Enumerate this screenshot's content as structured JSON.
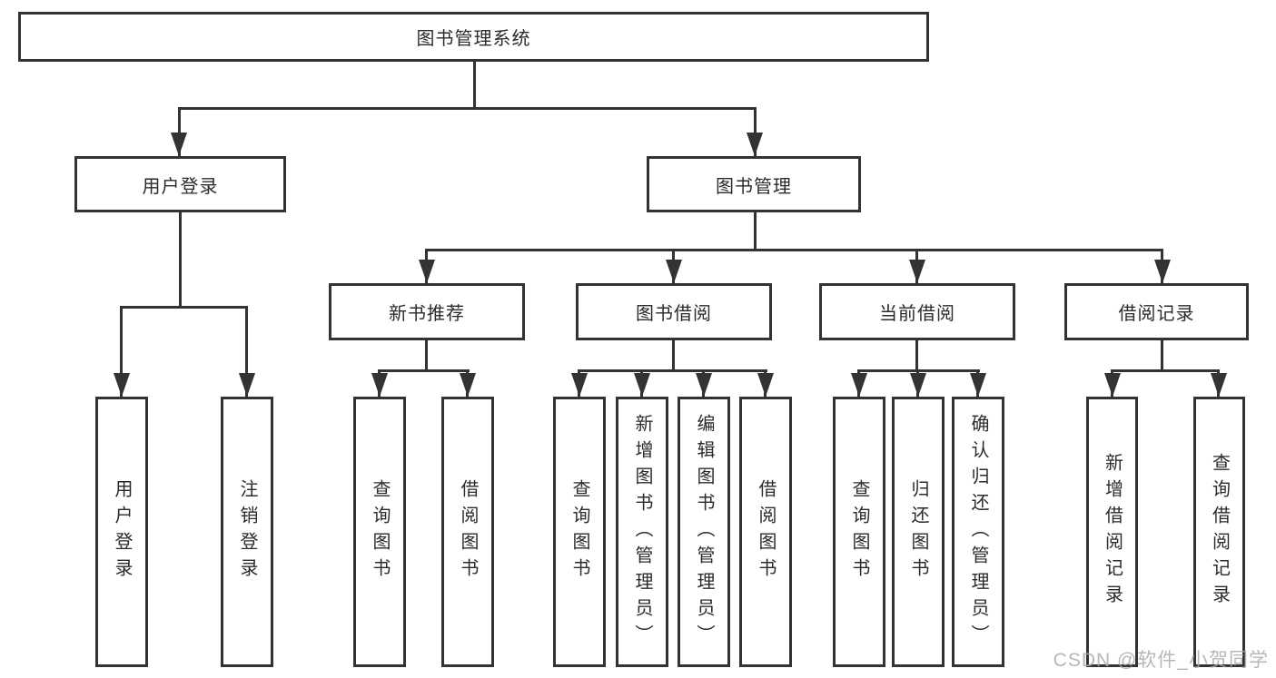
{
  "diagram": {
    "root": {
      "label": "图书管理系统"
    },
    "level2": {
      "user_login": {
        "label": "用户登录"
      },
      "book_mgmt": {
        "label": "图书管理"
      }
    },
    "level3": {
      "new_book_rec": {
        "label": "新书推荐"
      },
      "book_borrow": {
        "label": "图书借阅"
      },
      "current_borrow": {
        "label": "当前借阅"
      },
      "borrow_record": {
        "label": "借阅记录"
      }
    },
    "leaves": {
      "user_login": [
        "用户登录",
        "注销登录"
      ],
      "new_book_rec": [
        "查询图书",
        "借阅图书"
      ],
      "book_borrow": [
        "查询图书",
        "新增图书（管理员）",
        "编辑图书（管理员）",
        "借阅图书"
      ],
      "current_borrow": [
        "查询图书",
        "归还图书",
        "确认归还（管理员）"
      ],
      "borrow_record": [
        "新增借阅记录",
        "查询借阅记录"
      ]
    }
  },
  "watermark": "CSDN @软件_小贺同学",
  "colors": {
    "line": "#333333",
    "text": "#2b2b2b",
    "watermark": "#ababab",
    "background": "#ffffff"
  }
}
